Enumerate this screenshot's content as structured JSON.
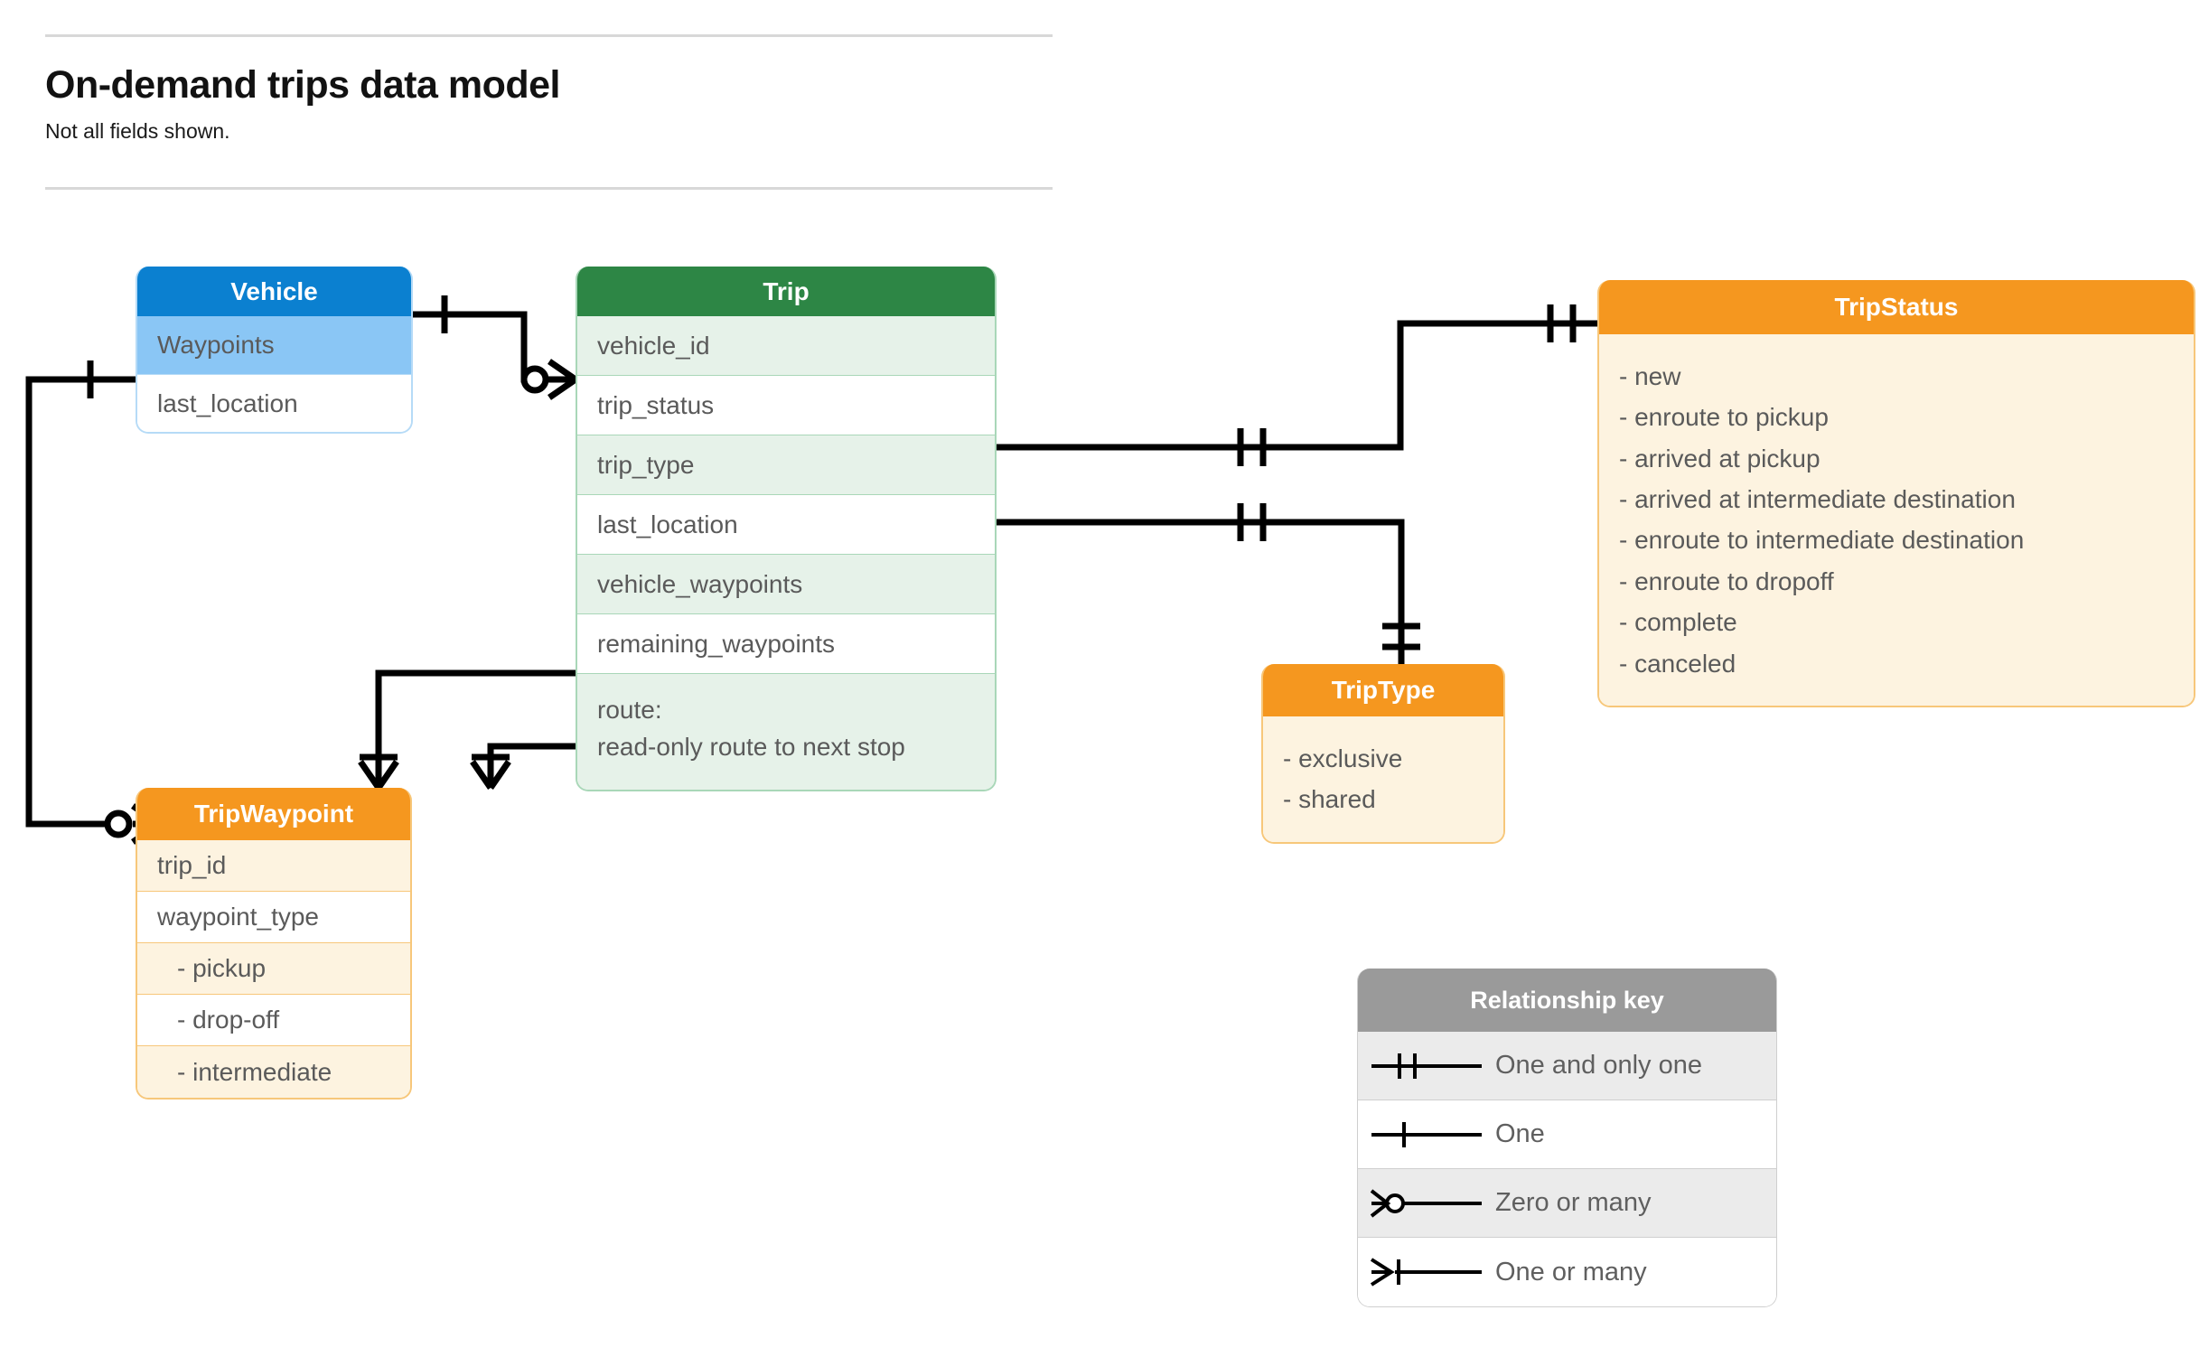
{
  "header": {
    "title": "On-demand trips data model",
    "subtitle": "Not all fields shown."
  },
  "entities": {
    "vehicle": {
      "name": "Vehicle",
      "header_color": "#0b80d0",
      "fields": [
        {
          "label": "Waypoints"
        },
        {
          "label": "last_location"
        }
      ]
    },
    "trip": {
      "name": "Trip",
      "header_color": "#2d8645",
      "fields": [
        {
          "label": "vehicle_id"
        },
        {
          "label": "trip_status"
        },
        {
          "label": "trip_type"
        },
        {
          "label": "last_location"
        },
        {
          "label": "vehicle_waypoints"
        },
        {
          "label": "remaining_waypoints"
        },
        {
          "label": "route:",
          "label2": "read-only route to next stop"
        }
      ]
    },
    "trip_status": {
      "name": "TripStatus",
      "header_color": "#f5971f",
      "values": [
        "- new",
        "- enroute to pickup",
        "- arrived at pickup",
        "- arrived at intermediate destination",
        "- enroute to intermediate destination",
        "- enroute to dropoff",
        "- complete",
        "- canceled"
      ]
    },
    "trip_type": {
      "name": "TripType",
      "header_color": "#f5971f",
      "values": [
        "- exclusive",
        "- shared"
      ]
    },
    "trip_waypoint": {
      "name": "TripWaypoint",
      "header_color": "#f5971f",
      "fields": [
        {
          "label": "trip_id"
        },
        {
          "label": "waypoint_type"
        },
        {
          "label": "-  pickup"
        },
        {
          "label": "-  drop-off"
        },
        {
          "label": "-  intermediate"
        }
      ]
    }
  },
  "relationship_key": {
    "title": "Relationship key",
    "rows": [
      {
        "glyph": "one-and-only-one-icon",
        "label": "One and only one"
      },
      {
        "glyph": "one-icon",
        "label": "One"
      },
      {
        "glyph": "zero-or-many-icon",
        "label": "Zero or many"
      },
      {
        "glyph": "one-or-many-icon",
        "label": "One or many"
      }
    ]
  },
  "relationships": [
    {
      "from": "Vehicle",
      "from_cardinality": "One",
      "to": "Trip.vehicle_id",
      "to_cardinality": "Zero or many"
    },
    {
      "from": "Vehicle.Waypoints",
      "from_cardinality": "One",
      "to": "TripWaypoint",
      "to_cardinality": "Zero or many"
    },
    {
      "from": "Trip.trip_status",
      "from_cardinality": "One and only one",
      "to": "TripStatus",
      "to_cardinality": "One and only one"
    },
    {
      "from": "Trip.trip_type",
      "from_cardinality": "One and only one",
      "to": "TripType",
      "to_cardinality": "One and only one"
    },
    {
      "from": "Trip.vehicle_waypoints",
      "from_cardinality": "One",
      "to": "TripWaypoint",
      "to_cardinality": "One or many"
    },
    {
      "from": "Trip.remaining_waypoints",
      "from_cardinality": "One",
      "to": "TripWaypoint",
      "to_cardinality": "One or many"
    }
  ]
}
